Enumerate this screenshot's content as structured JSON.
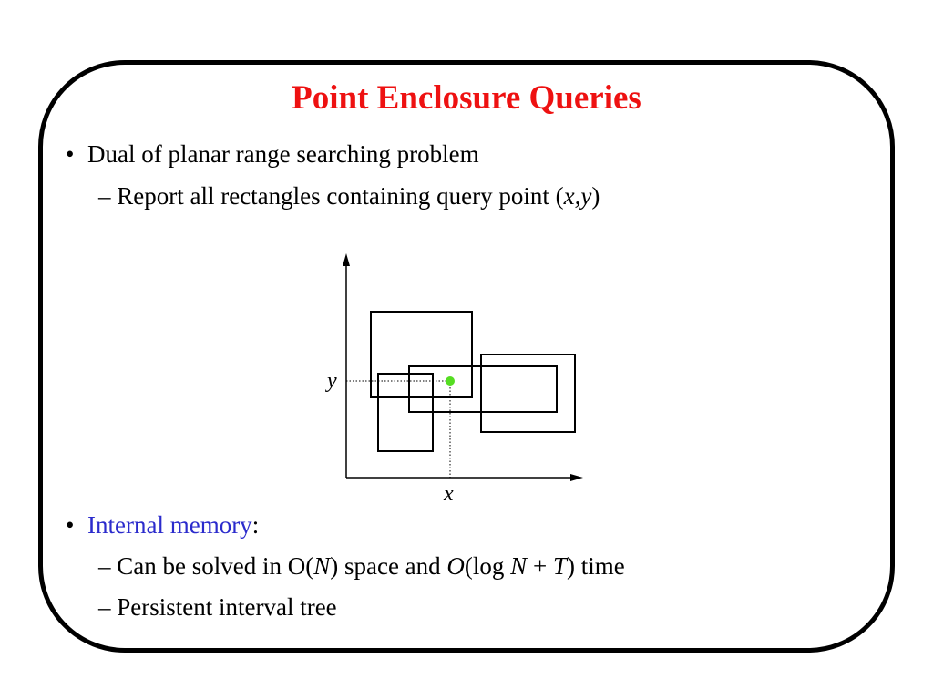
{
  "slide": {
    "title": "Point Enclosure Queries",
    "bullet_symbol": "•",
    "dash_symbol": "–",
    "item1": {
      "text": "Dual of planar range searching problem",
      "sub1": {
        "prefix": "Report all rectangles containing query point (",
        "var": "x,y",
        "suffix": ")"
      }
    },
    "item2": {
      "link_text": "Internal memory",
      "suffix": ":",
      "sub1": {
        "p1": "Can be solved in O(",
        "v1": "N",
        "p2": ") space and ",
        "v2": "O",
        "p3": "(log ",
        "v3": "N",
        "p4": " + ",
        "v4": "T",
        "p5": ") time"
      },
      "sub2": "Persistent interval tree"
    }
  },
  "diagram": {
    "x_label": "x",
    "y_label": "y",
    "query_point_color": "#55dd22"
  },
  "colors": {
    "title": "#ee1111",
    "link": "#2b2bcc"
  }
}
